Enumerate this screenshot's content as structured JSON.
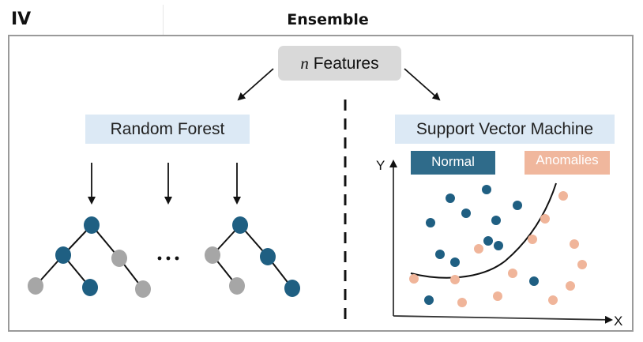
{
  "panel_label": "IV",
  "title": "Ensemble",
  "features": {
    "prefix": "n",
    "label": "Features"
  },
  "random_forest": {
    "label": "Random Forest",
    "ellipsis": "..."
  },
  "svm": {
    "label": "Support Vector Machine",
    "legend_normal": "Normal",
    "legend_anomalies": "Anomalies",
    "x_axis": "X",
    "y_axis": "Y"
  },
  "colors": {
    "normal": "#1f5f82",
    "anomaly": "#f0b59a",
    "tree_gray": "#a6a6a6",
    "label_bg": "#dce9f5",
    "features_bg": "#d9d9d9"
  }
}
